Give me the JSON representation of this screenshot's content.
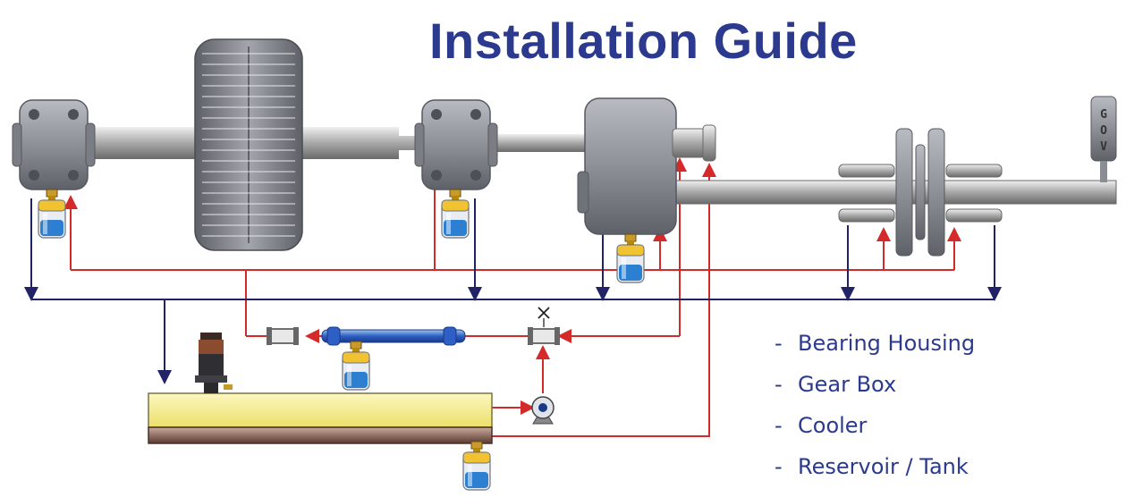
{
  "title": "Installation Guide",
  "governor_label": "GOV",
  "legend": {
    "dash": "-",
    "items": [
      "Bearing Housing",
      "Gear Box",
      "Cooler",
      "Reservoir / Tank"
    ]
  },
  "colors": {
    "title": "#2b3a8f",
    "supply_line": "#d42a2a",
    "return_line": "#222266",
    "equipment": "#8a8d94",
    "oil": "#2d7fd1",
    "reservoir": "#f5ee96"
  }
}
